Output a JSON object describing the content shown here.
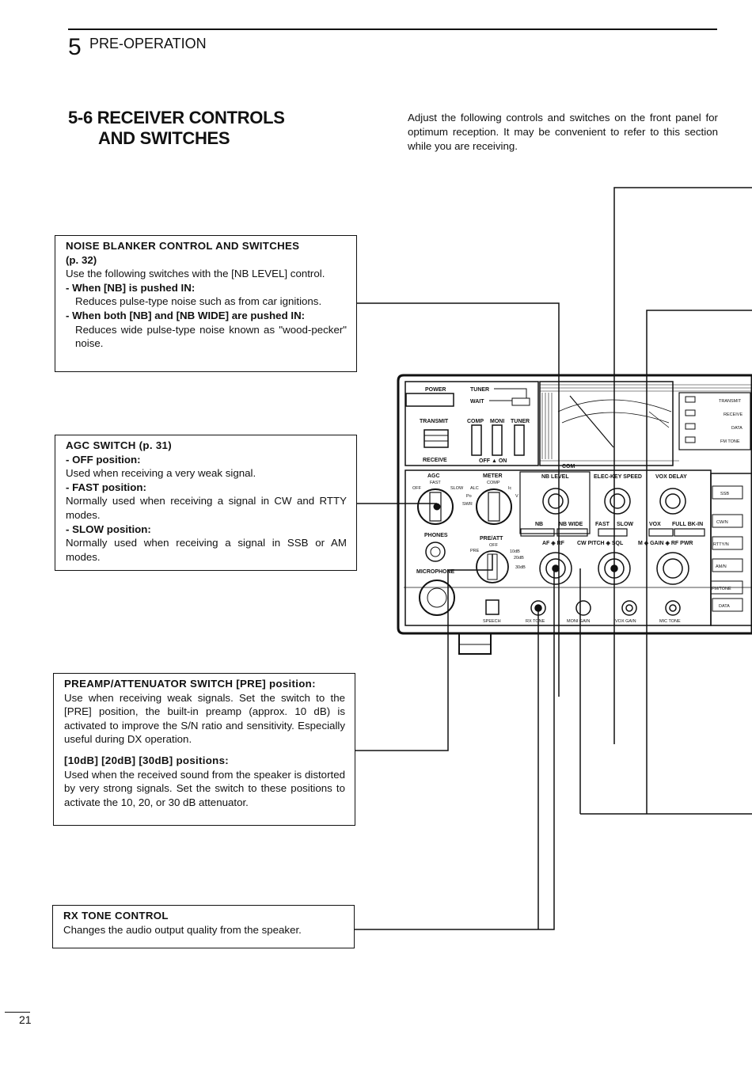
{
  "header": {
    "chapter_number": "5",
    "chapter_title": "PRE-OPERATION"
  },
  "section": {
    "title_line1": "5-6 RECEIVER CONTROLS",
    "title_line2": "AND SWITCHES",
    "intro": "Adjust the following controls and switches on the front panel for optimum reception.  It may be convenient to refer to this section while you are receiving."
  },
  "boxes": {
    "noise_blanker": {
      "heading": "NOISE BLANKER CONTROL AND SWITCHES",
      "ref": "(p. 32)",
      "text1": "Use the following switches with the [NB LEVEL] control.",
      "item1_label": "- When [NB] is pushed IN:",
      "item1_text": "Reduces pulse-type noise such as from car ignitions.",
      "item2_label": "- When both [NB] and [NB WIDE] are pushed IN:",
      "item2_text": "Reduces wide pulse-type noise known as \"wood-pecker\" noise."
    },
    "agc": {
      "heading": "AGC SWITCH (p. 31)",
      "off_label": "- OFF position:",
      "off_text": "Used when receiving a very weak signal.",
      "fast_label": "- FAST position:",
      "fast_text": "Normally used when receiving a signal in CW and RTTY modes.",
      "slow_label": "- SLOW position:",
      "slow_text": "Normally used when receiving a signal in SSB or AM modes."
    },
    "preamp": {
      "heading": "PREAMP/ATTENUATOR SWITCH [PRE] position:",
      "text1": "Use when receiving weak signals.  Set the switch to the [PRE] position, the built-in preamp (approx. 10 dB) is activated to improve the S/N ratio and sensitivity.  Especially useful during DX operation.",
      "heading2": "[10dB] [20dB] [30dB] positions:",
      "text2": "Used when the received sound from the speaker is distorted by very strong signals.  Set the switch to these positions to activate the 10, 20, or 30 dB attenuator."
    },
    "rx_tone": {
      "heading": "RX TONE CONTROL",
      "text": "Changes the audio output quality from the speaker."
    }
  },
  "panel_labels": {
    "power": "POWER",
    "tuner": "TUNER",
    "wait": "WAIT",
    "transmit": "TRANSMIT",
    "receive": "RECEIVE",
    "comp": "COMP",
    "moni": "MONI",
    "tuner2": "TUNER",
    "off_on": "OFF ▲ ON",
    "agc": "AGC",
    "fast": "FAST",
    "off": "OFF",
    "slow": "SLOW",
    "meter": "METER",
    "comp2": "COMP",
    "alc": "ALC",
    "ic": "Ic",
    "po": "Po",
    "v": "V",
    "swr": "SWR",
    "phones": "PHONES",
    "microphone": "MICROPHONE",
    "pre_att": "PRE/ATT",
    "att_off": "OFF",
    "pre": "PRE",
    "db10": "10dB",
    "db20": "20dB",
    "db30": "30dB",
    "nb_level": "NB LEVEL",
    "nb": "NB",
    "nb_wide": "NB WIDE",
    "elec_key_speed": "ELEC-KEY SPEED",
    "fast2": "FAST",
    "slow2": "SLOW",
    "vox_delay": "VOX DELAY",
    "vox": "VOX",
    "full_bk_in": "FULL BK-IN",
    "af_rf": "AF ◈ RF",
    "cw_pitch_sql": "CW PITCH ◈ SQL",
    "gain_rf_pwr": "M ◈ GAIN ◈ RF PWR",
    "speech": "SPEECH",
    "rx_tone": "RX TONE",
    "mon_gain": "MONI GAIN",
    "vox_gain": "VOX GAIN",
    "mic_tone": "MIC TONE",
    "leds": [
      "TRANSMIT",
      "RECEIVE",
      "DATA",
      "FM TONE"
    ],
    "modes": [
      "SSB",
      "CW/N",
      "RTTY/N",
      "AM/N",
      "FM/TONE",
      "DATA"
    ],
    "com": "COM"
  },
  "page_number": "21"
}
